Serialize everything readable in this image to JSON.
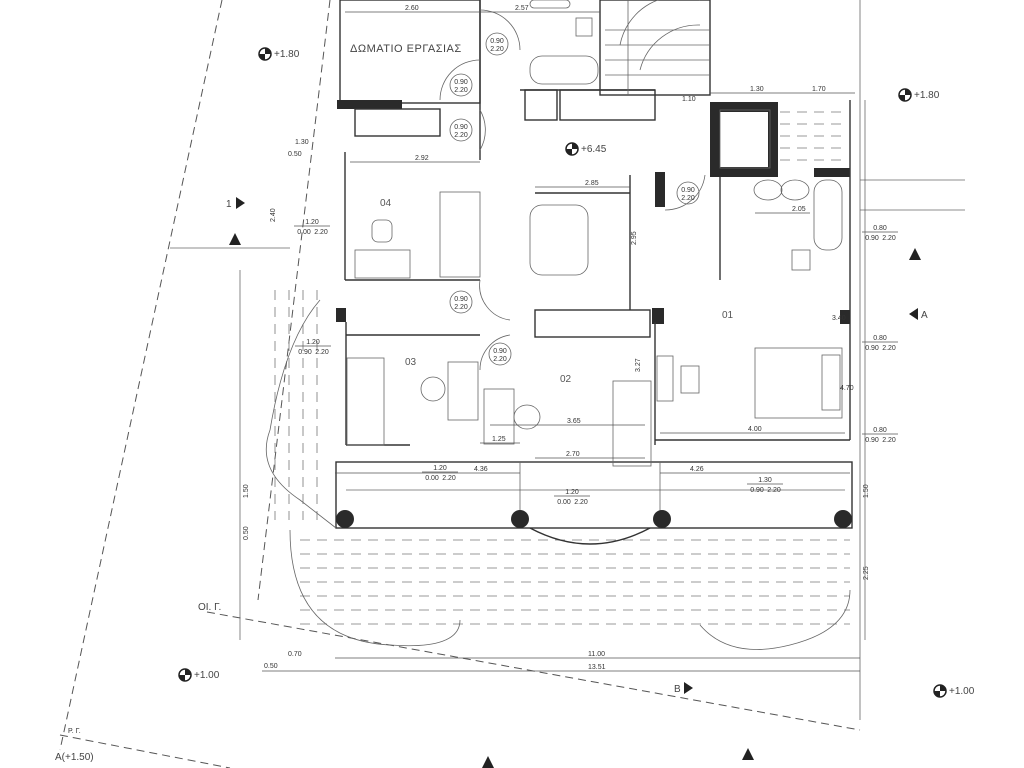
{
  "plan": {
    "title_room": "ΔΩΜΑΤΙΟ ΕΡΓΑΣΙΑΣ",
    "levels": [
      "+1.80",
      "+6.45",
      "+1.80",
      "+1.00",
      "+1.00",
      "A(+1.50)"
    ],
    "rooms": [
      "04",
      "03",
      "02",
      "01"
    ],
    "dimensions": [
      "2.60",
      "2.57",
      "2.92",
      "2.85",
      "1.30",
      "1.70",
      "1.10",
      "2.05",
      "3.65",
      "2.70",
      "1.25",
      "4.36",
      "4.26",
      "4.00",
      "11.00",
      "13.51",
      "0.70",
      "0.50",
      "1.30",
      "0.50",
      "1.50",
      "2.25",
      "0.50",
      "3.40",
      "4.70",
      "1.50",
      "2.95",
      "2.40",
      "3.27"
    ],
    "doors": [
      {
        "w": "0.90",
        "h": "2.20"
      },
      {
        "w": "0.90",
        "h": "2.20"
      },
      {
        "w": "0.90",
        "h": "2.20"
      },
      {
        "w": "0.90",
        "h": "2.20"
      },
      {
        "w": "0.90",
        "h": "2.20"
      },
      {
        "w": "0.90",
        "h": "2.20"
      }
    ],
    "windows": [
      {
        "w": "1.20",
        "sill": "0.00",
        "h": "2.20"
      },
      {
        "w": "1.20",
        "sill": "0.90",
        "h": "2.20"
      },
      {
        "w": "1.20",
        "sill": "0.00",
        "h": "2.20"
      },
      {
        "w": "1.20",
        "sill": "0.00",
        "h": "2.20"
      },
      {
        "w": "1.30",
        "sill": "0.90",
        "h": "2.20"
      },
      {
        "w": "0.80",
        "sill": "0.90",
        "h": "2.20"
      },
      {
        "w": "0.80",
        "sill": "0.90",
        "h": "2.20"
      },
      {
        "w": "0.80",
        "sill": "0.90",
        "h": "2.20"
      }
    ],
    "section_marks": [
      "1",
      "B",
      "A"
    ],
    "boundary_labels": [
      "ΟΙ. Γ.",
      "Ρ. Γ."
    ]
  }
}
